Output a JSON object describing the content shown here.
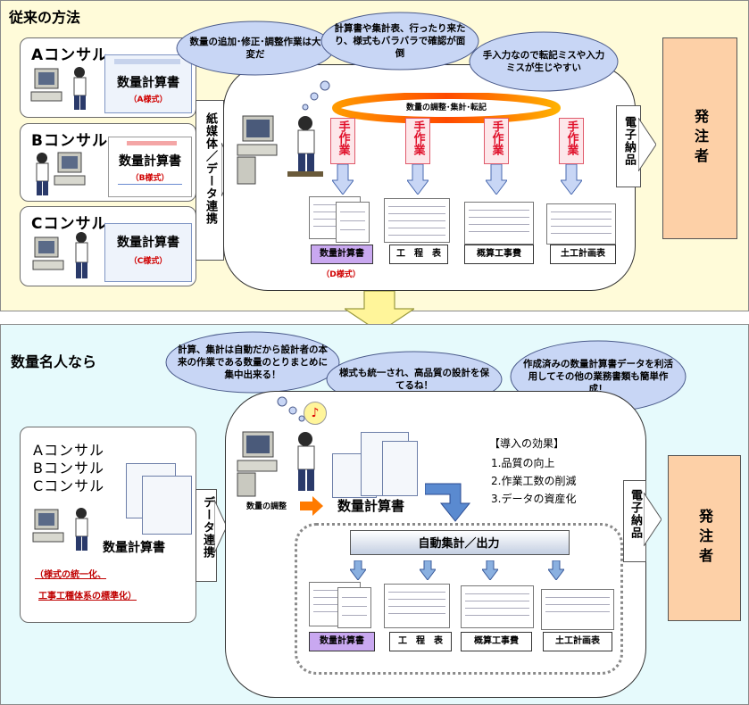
{
  "top": {
    "title": "従来の方法",
    "consultants": [
      {
        "name": "Aコンサル",
        "sheet_title": "数量計算書",
        "sheet_style": "（A様式）"
      },
      {
        "name": "Bコンサル",
        "sheet_title": "数量計算書",
        "sheet_style": "（B様式）"
      },
      {
        "name": "Cコンサル",
        "sheet_title": "数量計算書",
        "sheet_style": "（C様式）"
      }
    ],
    "link_label": "紙媒体／データ連携",
    "clouds": [
      "数量の追加･修正･調整作業は大変だ",
      "計算書や集計表、行ったり来たり、様式もバラバラで確認が面倒",
      "手入力なので転記ミスや入力ミスが生じやすい"
    ],
    "cycle_label": "数量の調整･集計･転記",
    "manual_work": [
      "手作業",
      "手作業",
      "手作業",
      "手作業"
    ],
    "docs": [
      "数量計算書",
      "工　程　表",
      "概算工事費",
      "土工計画表"
    ],
    "docs_sub": "（D様式）",
    "delivery": "電子納品",
    "orderer": "発注者"
  },
  "bottom": {
    "title": "数量名人なら",
    "consultants": [
      "Aコンサル",
      "Bコンサル",
      "Cコンサル"
    ],
    "sheet_title": "数量計算書",
    "standard_notes": [
      "（様式の統一化、",
      "工事工種体系の標準化）"
    ],
    "link_label": "データ連携",
    "clouds": [
      "計算、集計は自動だから設計者の本来の作業である数量のとりまとめに集中出来る！",
      "様式も統一され、高品質の設計を保てるね！",
      "作成済みの数量計算書データを利活用してその他の業務書類も簡単作成！"
    ],
    "music_icon": "♪",
    "adjust_label": "数量の調整",
    "center_sheet": "数量計算書",
    "effects": {
      "heading": "【導入の効果】",
      "items": [
        "1.品質の向上",
        "2.作業工数の削減",
        "3.データの資産化"
      ]
    },
    "auto_label": "自動集計／出力",
    "docs": [
      "数量計算書",
      "工　程　表",
      "概算工事費",
      "土工計画表"
    ],
    "delivery": "電子納品",
    "orderer": "発注者"
  },
  "colors": {
    "top_bg": "#fffbd9",
    "bottom_bg": "#e6fafc",
    "orderer": "#fdd0a7",
    "cloud": "#c8d6f5",
    "manual": "#e0102a",
    "arrow_blue": "#5a8ad0",
    "down_arrow_yellow": "#fff59a"
  }
}
